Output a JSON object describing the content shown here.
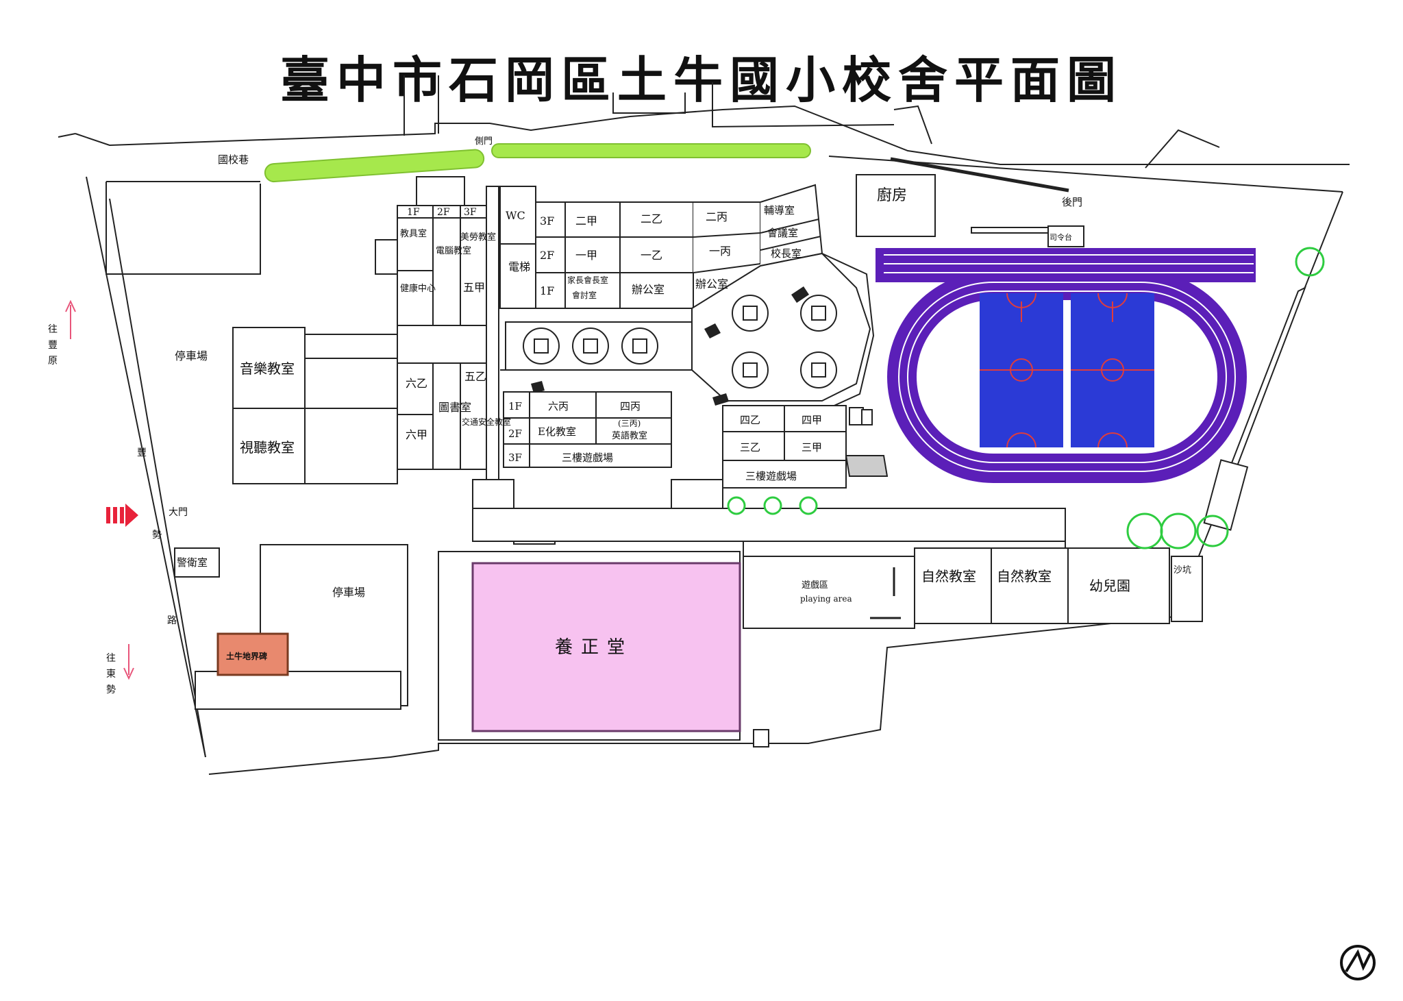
{
  "title": "臺中市石岡區土牛國小校舍平面圖",
  "streets": {
    "lane": "國校巷",
    "main_road": "豐勢路",
    "main_road_chars": [
      "豐",
      "勢",
      "路"
    ]
  },
  "gates": {
    "side": "側門",
    "back": "後門",
    "main": "大門"
  },
  "directions": {
    "north": [
      "往",
      "豐",
      "原"
    ],
    "south": [
      "往",
      "東",
      "勢"
    ]
  },
  "floors": {
    "f1": "1F",
    "f2": "2F",
    "f3": "3F"
  },
  "rooms": {
    "kitchen": "廚房",
    "commander": "司令台",
    "wc": "WC",
    "elevator": "電梯",
    "teacher_tools": "教具室",
    "health": "健康中心",
    "computer": "電腦教室",
    "art": "美勞教室",
    "g5a": "五甲",
    "g2a": "二甲",
    "g2b": "二乙",
    "g2c": "二丙",
    "g1a": "一甲",
    "g1b": "一乙",
    "g1c": "一丙",
    "parents": "家長會長室",
    "discussion": "會討室",
    "office1": "辦公室",
    "office2": "辦公室",
    "counsel": "輔導室",
    "meeting": "會議室",
    "principal": "校長室",
    "music": "音樂教室",
    "av": "視聽教室",
    "g6b": "六乙",
    "g6a": "六甲",
    "library": "圖書室",
    "g5b": "五乙",
    "traffic": "交通安全教室",
    "g6c": "六丙",
    "g4c": "四丙",
    "e_class": "E化教室",
    "eng_note": "(三丙)",
    "english": "英語教室",
    "play3f": "三樓遊戲場",
    "g4b": "四乙",
    "g4a": "四甲",
    "g3b": "三乙",
    "g3a": "三甲",
    "play3f_b": "三樓遊戲場",
    "guard": "警衛室",
    "parking1": "停車場",
    "parking2": "停車場",
    "monument": "土牛地界碑",
    "hall": "養正堂",
    "play_area_zh": "遊戲區",
    "play_area_en": "playing area",
    "science1": "自然教室",
    "science2": "自然教室",
    "kinder": "幼兒園",
    "sandpit": "沙坑"
  },
  "colors": {
    "hedge": "#a6e84c",
    "track": "#5b1fb8",
    "court": "#2b3ad6",
    "hall": "#f7c2f0",
    "monument": "#e8896e",
    "tree": "#2ecc40",
    "arrow_red": "#e8223a",
    "arrow_pink": "#e8557a"
  }
}
